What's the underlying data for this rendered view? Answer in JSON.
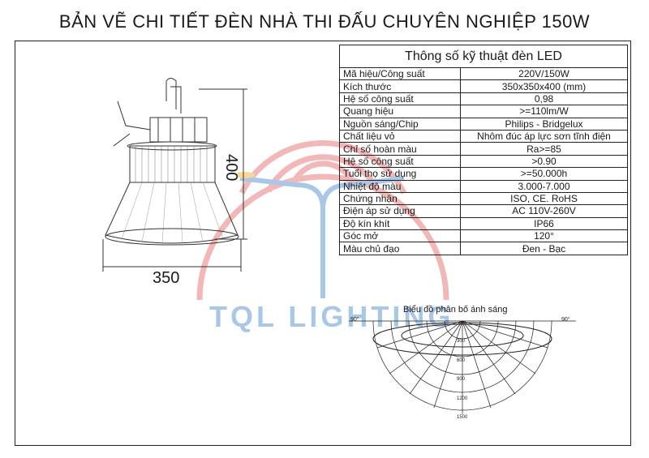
{
  "title": "BẢN VẼ CHI TIẾT ĐÈN NHÀ THI ĐẤU CHUYÊN NGHIỆP 150W",
  "spec_title": "Thông số kỹ thuật đèn LED",
  "specs": [
    {
      "label": "Mã hiệu/Công suất",
      "value": "220V/150W"
    },
    {
      "label": "Kích thước",
      "value": "350x350x400 (mm)"
    },
    {
      "label": "Hệ số công suất",
      "value": "0,98"
    },
    {
      "label": "Quang hiệu",
      "value": ">=110lm/W"
    },
    {
      "label": "Nguồn sáng/Chip",
      "value": "Philips - Bridgelux"
    },
    {
      "label": "Chất liệu vỏ",
      "value": "Nhôm đúc áp lực sơn tĩnh điện"
    },
    {
      "label": "Chỉ số hoàn màu",
      "value": "Ra>=85"
    },
    {
      "label": "Hệ số công suất",
      "value": ">0.90"
    },
    {
      "label": "Tuổi thọ sử dụng",
      "value": ">=50.000h"
    },
    {
      "label": "Nhiệt độ màu",
      "value": "3.000-7.000"
    },
    {
      "label": "Chứng nhận",
      "value": "ISO, CE. RoHS"
    },
    {
      "label": "Điện áp sử dụng",
      "value": "AC 110V-260V"
    },
    {
      "label": "Độ kín khít",
      "value": "IP66"
    },
    {
      "label": "Góc mở",
      "value": "120°"
    },
    {
      "label": "Màu chủ đạo",
      "value": "Đen - Bạc"
    }
  ],
  "dimensions": {
    "width": "350",
    "height": "400"
  },
  "brand": "TQL LIGHTING",
  "polar": {
    "title": "Biểu đồ phân bố ánh sáng",
    "angle_left": "90°",
    "angle_right": "90°",
    "rings": [
      "300",
      "600",
      "900",
      "1200",
      "1500"
    ]
  },
  "colors": {
    "watermark_red": "#f2b8b8",
    "watermark_blue": "#a9c8e8",
    "line": "#222222"
  }
}
